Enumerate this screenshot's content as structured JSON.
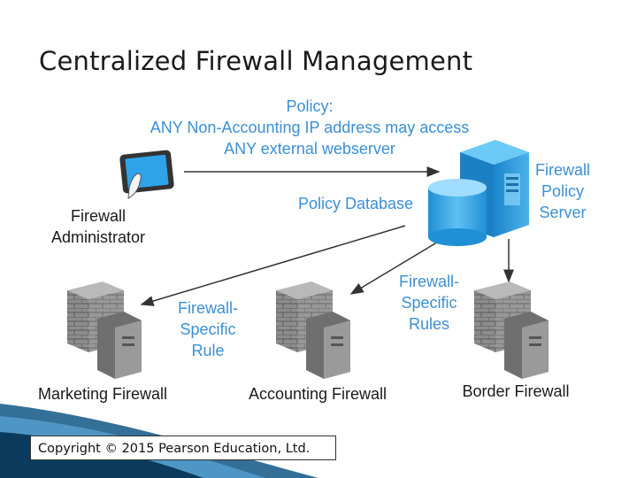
{
  "title": "Centralized Firewall Management",
  "policy": {
    "line1": "Policy:",
    "line2": "ANY Non-Accounting IP address may access",
    "line3": "ANY external webserver"
  },
  "policy_database_label": "Policy Database",
  "policy_server": {
    "line1": "Firewall",
    "line2": "Policy",
    "line3": "Server"
  },
  "administrator": {
    "line1": "Firewall",
    "line2": "Administrator"
  },
  "rules_left": {
    "line1": "Firewall-",
    "line2": "Specific",
    "line3": "Rule"
  },
  "rules_right": {
    "line1": "Firewall-",
    "line2": "Specific",
    "line3": "Rules"
  },
  "firewalls": {
    "marketing": "Marketing Firewall",
    "accounting": "Accounting Firewall",
    "border": "Border Firewall"
  },
  "copyright": "Copyright © 2015 Pearson Education, Ltd.",
  "colors": {
    "accent_blue": "#3b8fd4",
    "arrow": "#333333",
    "server_blue": "#2e9ad8",
    "firewall_gray": "#8a8a8a"
  }
}
